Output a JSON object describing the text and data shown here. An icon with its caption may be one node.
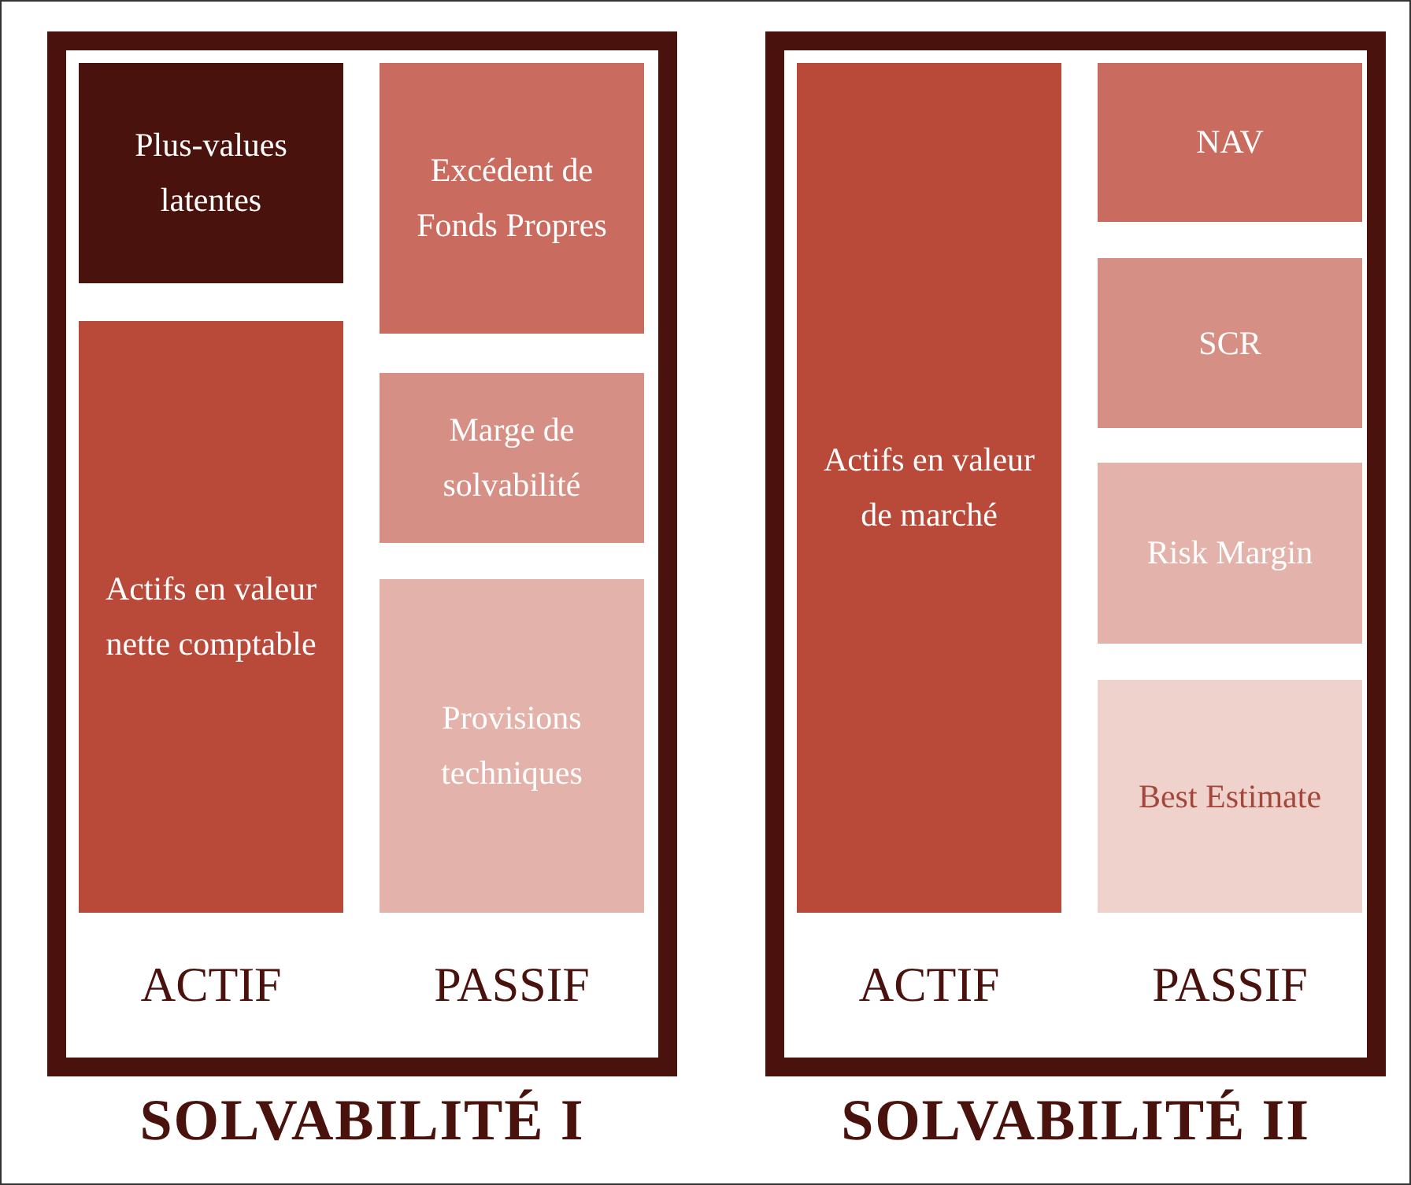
{
  "diagram": {
    "nodes": [
      {
        "text": [
          "SOLVABILITÉ I"
        ]
      },
      {
        "text": [
          "Plus-values latentes"
        ],
        "in": 0
      },
      {
        "text": [
          "Excédent de Fonds Propres"
        ],
        "in": 0
      },
      {
        "text": [
          "Actifs en valeur nette comptable"
        ],
        "in": 0
      },
      {
        "text": [
          "Marge de solvabilité"
        ],
        "in": 0
      },
      {
        "text": [
          "Provisions techniques"
        ],
        "in": 0
      },
      {
        "text": [
          "SOLVABILITÉ II"
        ]
      },
      {
        "text": [
          "Actifs en valeur de marché"
        ],
        "in": 6
      },
      {
        "text": [
          "NAV"
        ],
        "in": 6
      },
      {
        "text": [
          "SCR"
        ],
        "in": 6
      },
      {
        "text": [
          "Risk Margin"
        ],
        "in": 6
      },
      {
        "text": [
          "Best Estimate"
        ],
        "in": 6
      }
    ],
    "labels": [
      "ACTIF",
      "PASSIF",
      "ACTIF",
      "PASSIF"
    ]
  }
}
